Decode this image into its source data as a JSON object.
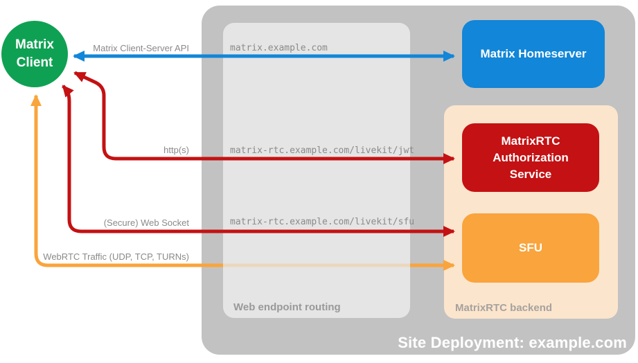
{
  "colors": {
    "client_green": "#0FA153",
    "homeserver_blue": "#1286D8",
    "service_red": "#C41113",
    "sfu_orange": "#F9A43C",
    "backend_peach": "#FCE5CD",
    "site_gray": "#C2C2C2",
    "routing_gray": "#E5E5E5",
    "label_gray": "#8A8A8A",
    "caption_gray": "#999999"
  },
  "nodes": {
    "client": "Matrix Client",
    "homeserver": "Matrix Homeserver",
    "auth_service": "MatrixRTC Authorization Service",
    "sfu": "SFU"
  },
  "routing": {
    "caption": "Web endpoint routing",
    "endpoints": [
      "matrix.example.com",
      "matrix-rtc.example.com/livekit/jwt",
      "matrix-rtc.example.com/livekit/sfu"
    ]
  },
  "backend": {
    "caption": "MatrixRTC backend"
  },
  "site": {
    "caption": "Site Deployment: example.com"
  },
  "connections": [
    {
      "label": "Matrix Client-Server API",
      "color": "blue"
    },
    {
      "label": "http(s)",
      "color": "red"
    },
    {
      "label": "(Secure) Web Socket",
      "color": "red"
    },
    {
      "label": "WebRTC Traffic (UDP, TCP, TURNs)",
      "color": "orange"
    }
  ]
}
